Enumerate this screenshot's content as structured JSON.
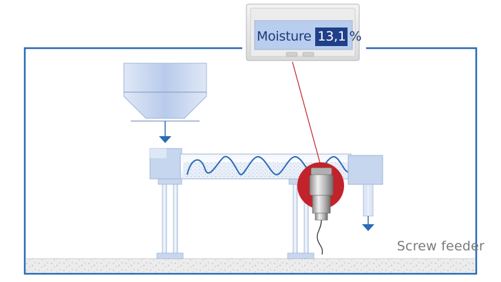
{
  "display": {
    "label": "Moisture",
    "value": "13,1",
    "unit": "%"
  },
  "caption": "Screw feeder",
  "colors": {
    "frame_blue": "#2a6ab6",
    "machine_fill": "#c5d6ee",
    "screw_blue": "#2a6ab6",
    "sensor_red": "#c2232b",
    "display_blue": "#1f3f88",
    "caption_gray": "#7a7a7a"
  }
}
